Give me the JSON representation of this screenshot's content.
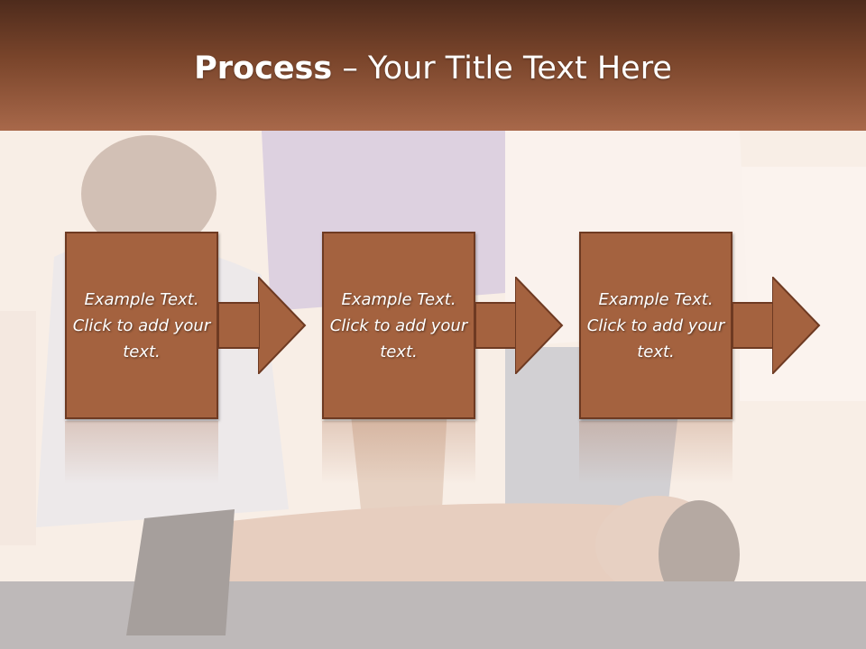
{
  "slide": {
    "title_bold": "Process",
    "title_rest": " – Your Title Text Here"
  },
  "process": {
    "steps": [
      {
        "text": "Example Text. Click  to add your text."
      },
      {
        "text": "Example Text. Click  to add your text."
      },
      {
        "text": "Example Text. Click  to add your text."
      }
    ]
  },
  "colors": {
    "title_bar_top": "#4e2b1c",
    "title_bar_bottom": "#a8684a",
    "box_fill": "#a4623f",
    "box_border": "#6e3a22",
    "text": "#ffffff"
  }
}
